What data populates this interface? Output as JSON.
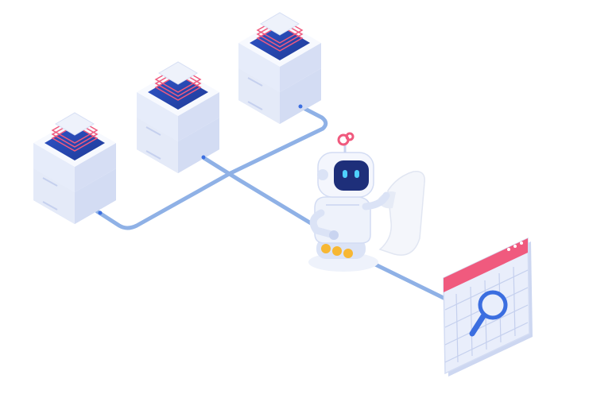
{
  "scene": {
    "title": "",
    "servers": [
      {
        "id": "server-left",
        "has_layer_stack": true,
        "led_color": "#f05a7e"
      },
      {
        "id": "server-middle",
        "has_layer_stack": true,
        "led_color": "#f05a7e"
      },
      {
        "id": "server-right",
        "has_layer_stack": true,
        "led_color": "#f05a7e"
      }
    ],
    "robot": {
      "eye_color": "#4fd1ff",
      "antenna_color": "#f05a7e",
      "wheel_color": "#f7b733",
      "holding": "paper-scroll"
    },
    "browser_window": {
      "header_color": "#f05a7e",
      "icon": "magnifier-icon",
      "grid": true
    },
    "colors": {
      "cable": "#8fb1e6",
      "server_body": "#e9eefb",
      "server_shadow": "#cdd7f1",
      "server_screen": "#2f55c9",
      "accent_red": "#f05a7e",
      "accent_blue": "#3b6ee0"
    }
  }
}
